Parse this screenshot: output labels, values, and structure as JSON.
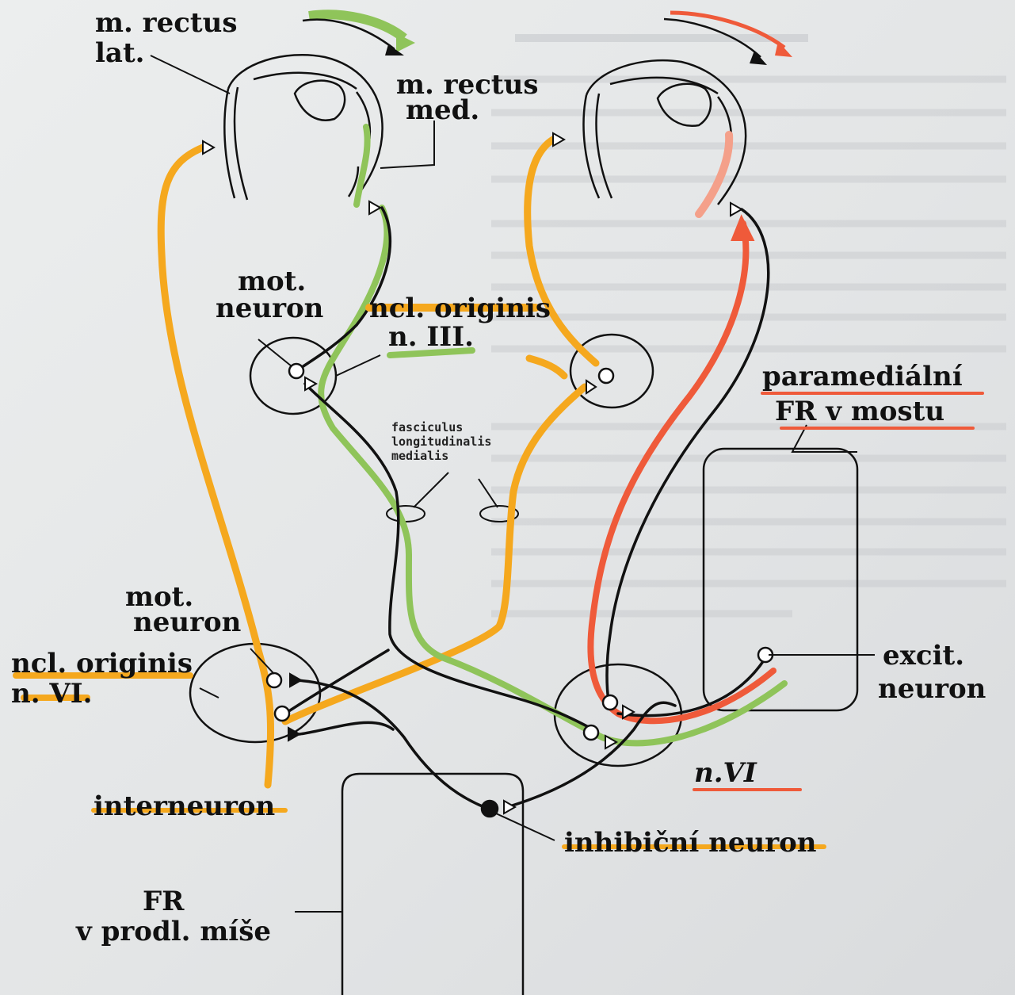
{
  "labels": {
    "rectus_lat_1": "m. rectus",
    "rectus_lat_2": "lat.",
    "rectus_med_1": "m. rectus",
    "rectus_med_2": "med.",
    "mot_neuron_top_1": "mot.",
    "mot_neuron_top_2": "neuron",
    "ncl_III_1": "ncl. originis",
    "ncl_III_2": "n. III.",
    "fasciculus_1": "fasciculus",
    "fasciculus_2": "longitudinalis",
    "fasciculus_3": "medialis",
    "paramedialni_1": "paramediální",
    "paramedialni_2": "FR v mostu",
    "mot_neuron_bottom_1": "mot.",
    "mot_neuron_bottom_2": "neuron",
    "ncl_VI_1": "ncl. originis",
    "ncl_VI_2": "n. VI.",
    "excit_1": "excit.",
    "excit_2": "neuron",
    "nVI": "n.VI",
    "interneuron": "interneuron",
    "inhibicni": "inhibiční neuron",
    "fr_prodl_1": "FR",
    "fr_prodl_2": "v prodl. míše"
  },
  "colors": {
    "black": "#111111",
    "orange": "#f5a81e",
    "green": "#8fc45a",
    "red": "#ef5a3a",
    "salmon": "#f4a08a"
  }
}
